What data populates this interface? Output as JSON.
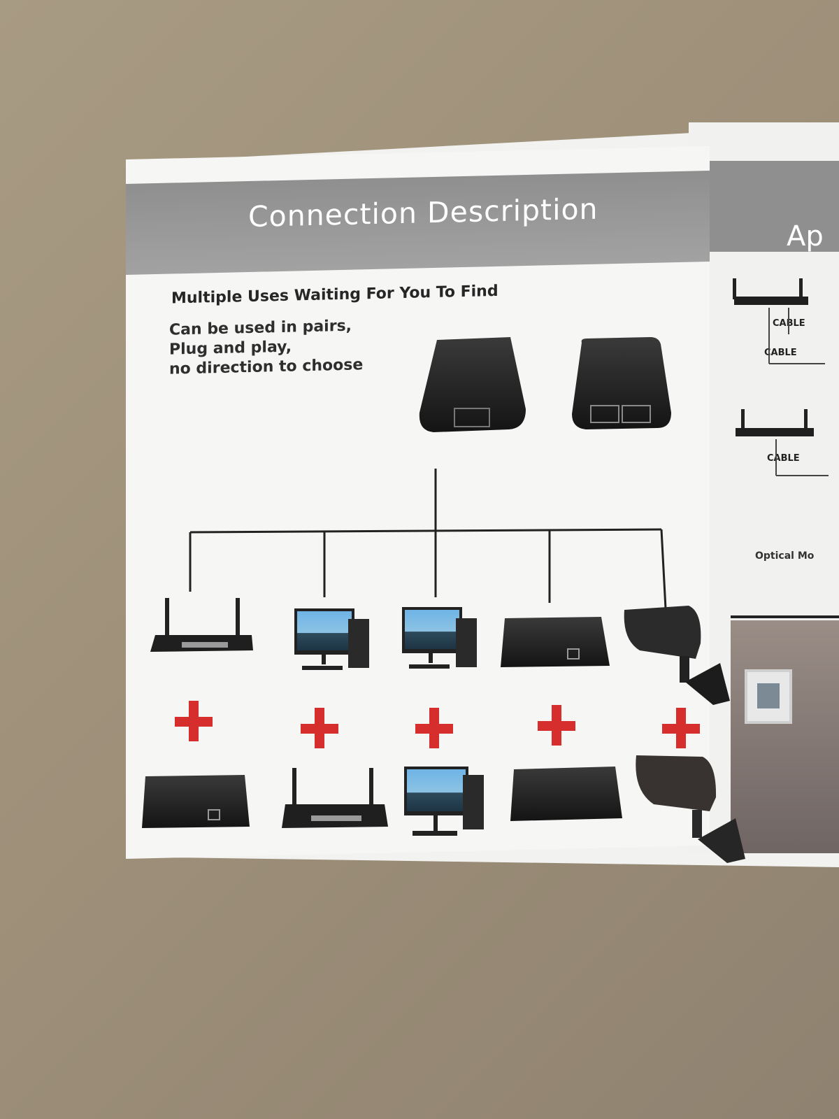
{
  "header": {
    "title": "Connection Description"
  },
  "subheading": "Multiple Uses Waiting For You To Find",
  "description_lines": [
    "Can be used in pairs,",
    "Plug and play,",
    "no direction to choose"
  ],
  "adapters": [
    {
      "icon": "single-port-adapter-icon"
    },
    {
      "icon": "dual-port-adapter-icon"
    }
  ],
  "pairings": [
    {
      "top": "router-icon",
      "bottom": "network-box-icon"
    },
    {
      "top": "desktop-computer-icon",
      "bottom": "router-icon"
    },
    {
      "top": "desktop-computer-icon",
      "bottom": "desktop-computer-icon"
    },
    {
      "top": "network-box-icon",
      "bottom": "network-box-icon"
    },
    {
      "top": "security-camera-icon",
      "bottom": "security-camera-icon"
    }
  ],
  "plus_color": "#d62d2d",
  "right_panel": {
    "title_partial": "Ap",
    "cable_labels": [
      "CABLE",
      "CABLE",
      "CABLE"
    ],
    "optical_label": "Optical Mo"
  }
}
